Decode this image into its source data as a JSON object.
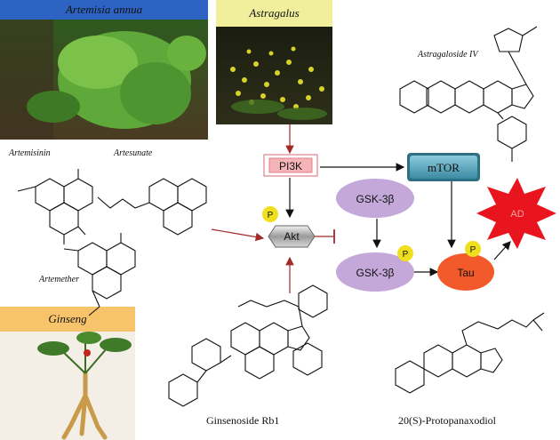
{
  "headers": {
    "artemisia": "Artemisia annua",
    "astragalus": "Astragalus",
    "ginseng": "Ginseng"
  },
  "compounds": {
    "artemisinin": "Artemisinin",
    "artesunate": "Artesunate",
    "artemether": "Artemether",
    "astragaloside": "Astragaloside IV",
    "ginsenoside": "Ginsenoside Rb1",
    "protopanaxadiol": "20(S)-Protopanaxodiol"
  },
  "nodes": {
    "pi3k": "PI3K",
    "akt": "Akt",
    "mtor": "mTOR",
    "gsk_upper": "GSK-3β",
    "gsk_lower": "GSK-3β",
    "tau": "Tau",
    "ad": "AD",
    "phospho": "P"
  },
  "colors": {
    "header_blue": "#2d63c3",
    "header_yellow": "#f1ef9c",
    "header_orange": "#f7c36b",
    "pi3k_fill": "#f5b5b8",
    "gsk_fill": "#c3a8d9",
    "tau_fill": "#f25a2c",
    "mtor_fill": "#56a8bf",
    "ad_fill": "#e8151f",
    "phospho_fill": "#f0df1c",
    "activation_arrow": "#a32a2a"
  }
}
